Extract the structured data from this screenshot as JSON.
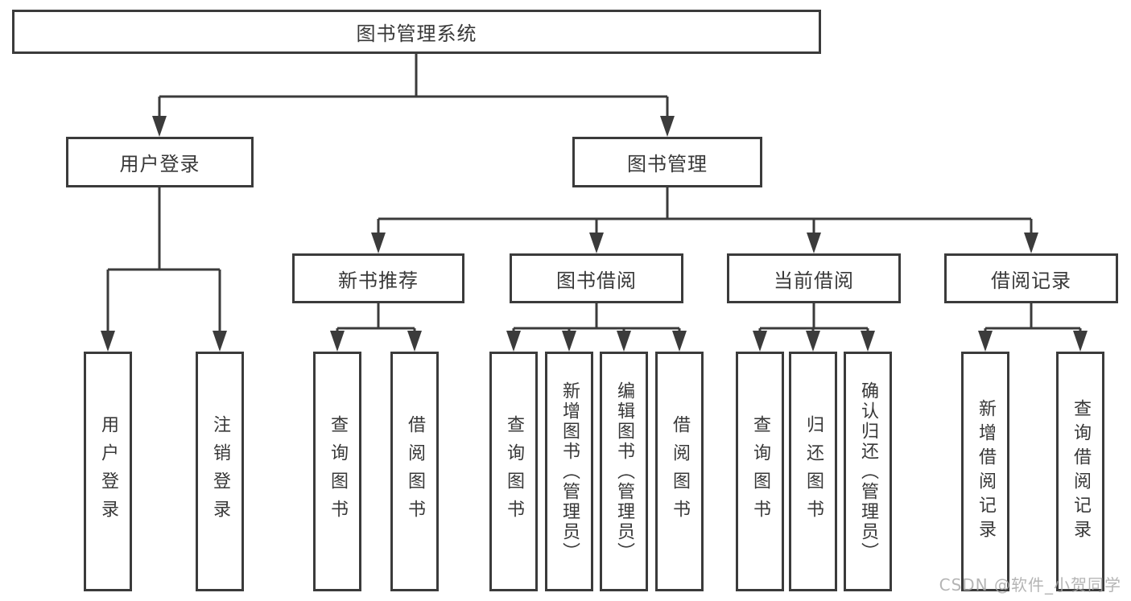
{
  "diagram_title": "图书管理系统",
  "colors": {
    "line": "#3b3b3b",
    "text": "#383838",
    "background": "#ffffff",
    "watermark": "#a9a9a9"
  },
  "tree": {
    "label": "图书管理系统",
    "children": [
      {
        "label": "用户登录",
        "children": [
          {
            "label": "用户登录"
          },
          {
            "label": "注销登录"
          }
        ]
      },
      {
        "label": "图书管理",
        "children": [
          {
            "label": "新书推荐",
            "children": [
              {
                "label": "查询图书"
              },
              {
                "label": "借阅图书"
              }
            ]
          },
          {
            "label": "图书借阅",
            "children": [
              {
                "label": "查询图书"
              },
              {
                "label": "新增图书（管理员）"
              },
              {
                "label": "编辑图书（管理员）"
              },
              {
                "label": "借阅图书"
              }
            ]
          },
          {
            "label": "当前借阅",
            "children": [
              {
                "label": "查询图书"
              },
              {
                "label": "归还图书"
              },
              {
                "label": "确认归还（管理员）"
              }
            ]
          },
          {
            "label": "借阅记录",
            "children": [
              {
                "label": "新增借阅记录"
              },
              {
                "label": "查询借阅记录"
              }
            ]
          }
        ]
      }
    ]
  },
  "watermark": {
    "text": "CSDN @软件_小贺同学"
  }
}
